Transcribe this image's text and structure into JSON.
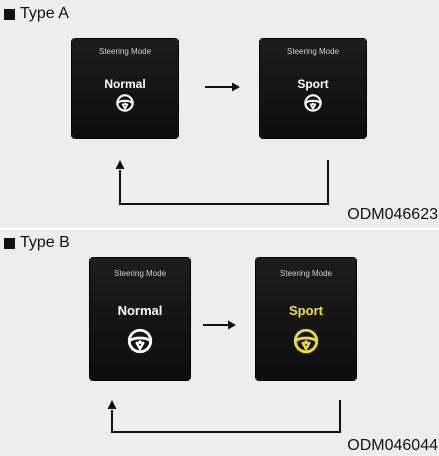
{
  "type_a": {
    "title": "Type A",
    "left_panel": {
      "caption": "Steering Mode",
      "mode": "Normal",
      "icon": "steering-wheel-icon"
    },
    "right_panel": {
      "caption": "Steering Mode",
      "mode": "Sport",
      "icon": "steering-wheel-icon"
    },
    "code": "ODM046623"
  },
  "type_b": {
    "title": "Type B",
    "left_panel": {
      "caption": "Steering Mode",
      "mode": "Normal",
      "icon": "steering-wheel-icon"
    },
    "right_panel": {
      "caption": "Steering Mode",
      "mode": "Sport",
      "icon": "steering-wheel-icon"
    },
    "code": "ODM046044"
  },
  "colors": {
    "panel_background": "#111111",
    "caption_text": "#d0d0d0",
    "mode_text": "#ffffff",
    "sport_accent": "#f2e11f",
    "arrow": "#111111",
    "section_background": "#ededed"
  }
}
